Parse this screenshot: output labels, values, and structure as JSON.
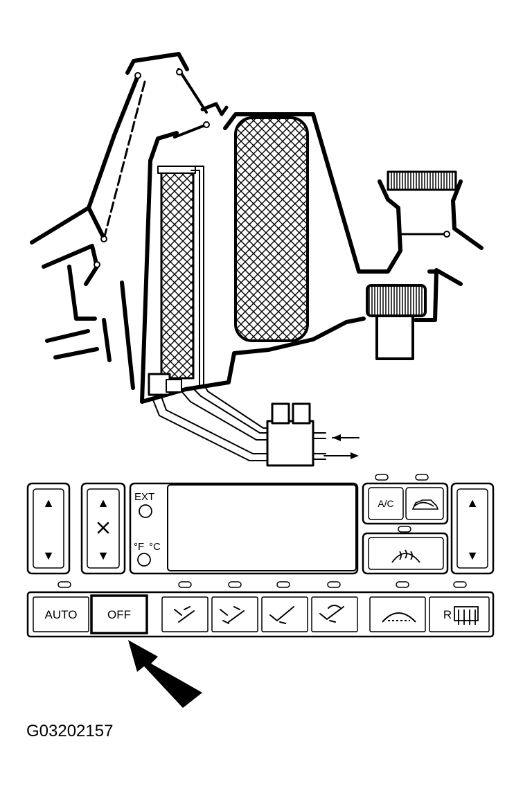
{
  "figure_id": "G03202157",
  "panel": {
    "temp_left": {
      "up_glyph": "▲",
      "down_glyph": "▼"
    },
    "fan": {
      "up_glyph": "▲",
      "down_glyph": "▼",
      "icon": "fan-icon"
    },
    "mode": {
      "ext_label": "EXT",
      "f_label": "°F",
      "c_label": "°C"
    },
    "ac_label": "A/C",
    "temp_right": {
      "up_glyph": "▲",
      "down_glyph": "▼"
    },
    "row": {
      "auto_label": "AUTO",
      "off_label": "OFF",
      "rear_label": "R"
    }
  },
  "callout": {
    "target": "off-button",
    "icon": "arrow-icon"
  }
}
